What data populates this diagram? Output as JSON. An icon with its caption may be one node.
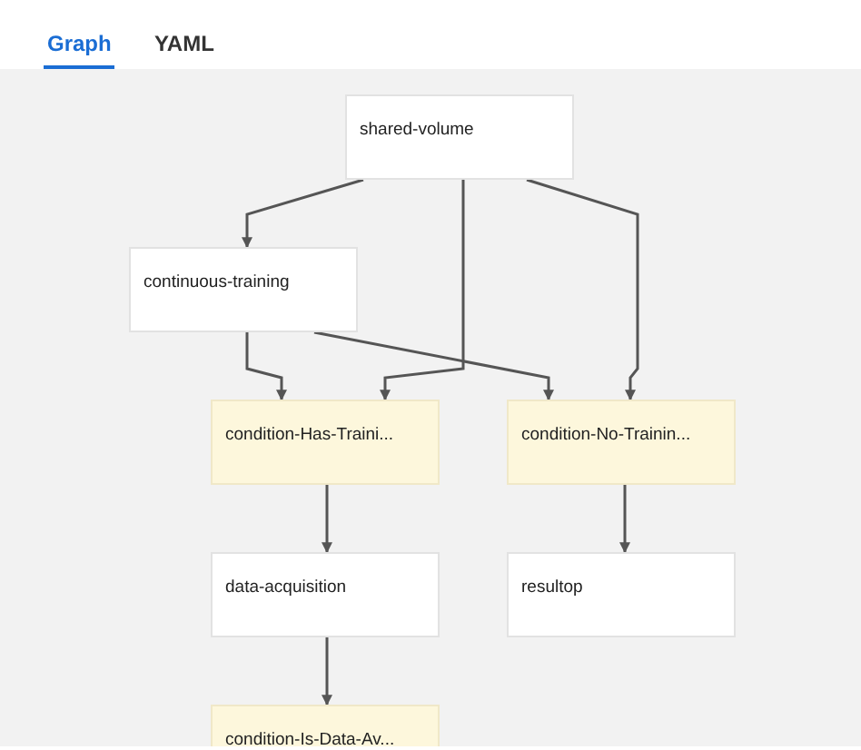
{
  "diagram": {
    "nodes": [
      {
        "text": [
          "shared-volume"
        ]
      },
      {
        "text": [
          "continuous-training"
        ]
      },
      {
        "text": [
          "condition-Has-Traini..."
        ]
      },
      {
        "text": [
          "condition-No-Trainin..."
        ]
      },
      {
        "text": [
          "data-acquisition"
        ]
      },
      {
        "text": [
          "resultop"
        ]
      },
      {
        "text": [
          "condition-Is-Data-Av..."
        ]
      }
    ],
    "edges": [
      {
        "from": 0,
        "to": 1,
        "arrow": "to"
      },
      {
        "from": 0,
        "to": 2,
        "arrow": "to"
      },
      {
        "from": 0,
        "to": 3,
        "arrow": "to"
      },
      {
        "from": 1,
        "to": 2,
        "arrow": "to"
      },
      {
        "from": 1,
        "to": 3,
        "arrow": "to"
      },
      {
        "from": 2,
        "to": 4,
        "arrow": "to"
      },
      {
        "from": 3,
        "to": 5,
        "arrow": "to"
      },
      {
        "from": 4,
        "to": 6,
        "arrow": "to"
      }
    ],
    "labels": [
      "Graph",
      "YAML"
    ]
  }
}
